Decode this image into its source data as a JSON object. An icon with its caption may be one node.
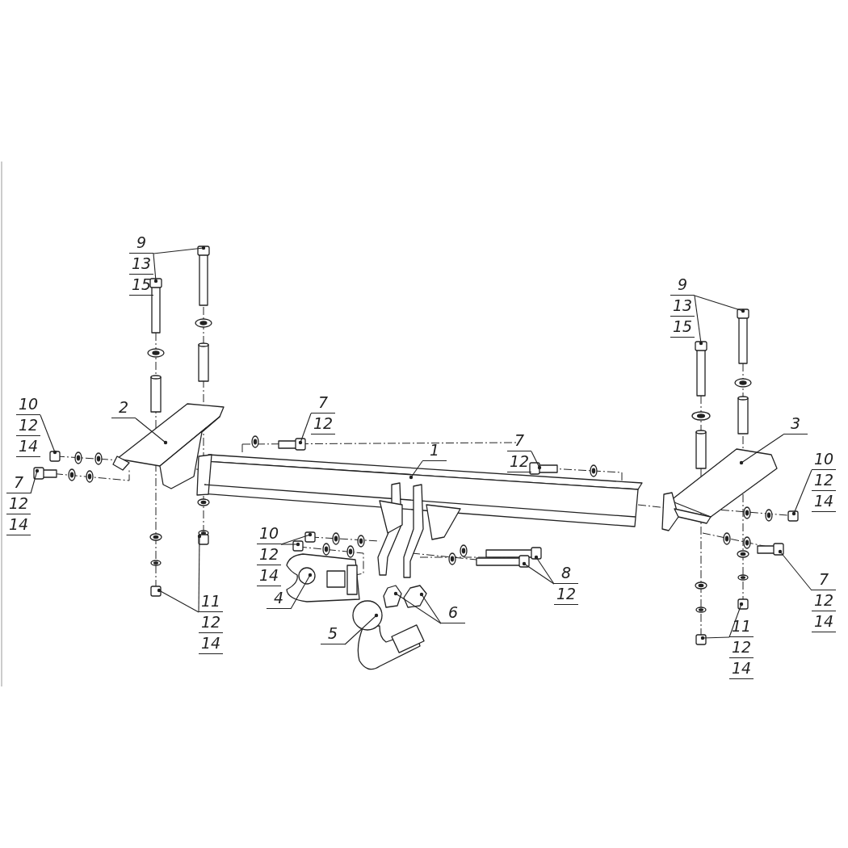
{
  "diagram": {
    "nodes": [
      {
        "text": [
          "9",
          "13",
          "15"
        ]
      },
      {
        "text": [
          "10",
          "12",
          "14"
        ]
      },
      {
        "text": [
          "2"
        ]
      },
      {
        "text": [
          "7",
          "12",
          "14"
        ]
      },
      {
        "text": [
          "11",
          "12",
          "14"
        ]
      },
      {
        "text": [
          "7",
          "12"
        ]
      },
      {
        "text": [
          "1"
        ]
      },
      {
        "text": [
          "7",
          "12"
        ]
      },
      {
        "text": [
          "10",
          "12",
          "14"
        ]
      },
      {
        "text": [
          "8",
          "12"
        ]
      },
      {
        "text": [
          "4"
        ]
      },
      {
        "text": [
          "5"
        ]
      },
      {
        "text": [
          "6"
        ]
      },
      {
        "text": [
          "9",
          "13",
          "15"
        ]
      },
      {
        "text": [
          "3"
        ]
      },
      {
        "text": [
          "10",
          "12",
          "14"
        ]
      },
      {
        "text": [
          "7",
          "12",
          "14"
        ]
      },
      {
        "text": [
          "11",
          "12",
          "14"
        ]
      }
    ],
    "edges": [
      {
        "from": 0,
        "to": null,
        "arrow": "other"
      },
      {
        "from": 0,
        "to": null,
        "arrow": "other"
      },
      {
        "from": 1,
        "to": null,
        "arrow": "other"
      },
      {
        "from": 2,
        "to": null,
        "arrow": "other"
      },
      {
        "from": 3,
        "to": null,
        "arrow": "other"
      },
      {
        "from": 4,
        "to": null,
        "arrow": "other"
      },
      {
        "from": 4,
        "to": null,
        "arrow": "other"
      },
      {
        "from": 5,
        "to": null,
        "arrow": "other"
      },
      {
        "from": 6,
        "to": null,
        "arrow": "other"
      },
      {
        "from": 7,
        "to": null,
        "arrow": "other"
      },
      {
        "from": 8,
        "to": null,
        "arrow": "other"
      },
      {
        "from": 8,
        "to": null,
        "arrow": "other"
      },
      {
        "from": 9,
        "to": null,
        "arrow": "other"
      },
      {
        "from": 9,
        "to": null,
        "arrow": "other"
      },
      {
        "from": 10,
        "to": null,
        "arrow": "other"
      },
      {
        "from": 11,
        "to": null,
        "arrow": "other"
      },
      {
        "from": 12,
        "to": null,
        "arrow": "other"
      },
      {
        "from": 12,
        "to": null,
        "arrow": "other"
      },
      {
        "from": 13,
        "to": null,
        "arrow": "other"
      },
      {
        "from": 13,
        "to": null,
        "arrow": "other"
      },
      {
        "from": 14,
        "to": null,
        "arrow": "other"
      },
      {
        "from": 15,
        "to": null,
        "arrow": "other"
      },
      {
        "from": 16,
        "to": null,
        "arrow": "other"
      },
      {
        "from": 17,
        "to": null,
        "arrow": "other"
      },
      {
        "from": 17,
        "to": null,
        "arrow": "other"
      }
    ]
  }
}
